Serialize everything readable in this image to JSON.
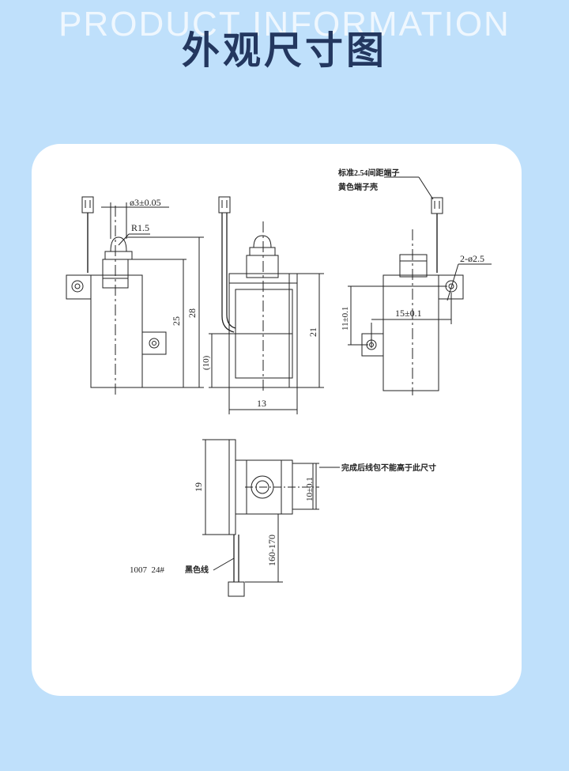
{
  "header": {
    "bg_title": "PRODUCT INFORMATION",
    "title": "外观尺寸图"
  },
  "drawing": {
    "colors": {
      "background": "#bfe0fb",
      "card": "#ffffff",
      "title": "#23375f",
      "line": "#222222"
    },
    "front_view": {
      "dim_shaft": "ø3±0.05",
      "dim_radius": "R1.5",
      "dim_25": "25",
      "dim_28": "28"
    },
    "side_view": {
      "dim_10": "(10)",
      "dim_21": "21",
      "dim_13": "13"
    },
    "right_view": {
      "note_terminal_line1": "标准2.54间距端子",
      "note_terminal_line2": "黄色端子壳",
      "dim_holes": "2-ø2.5",
      "dim_11": "11±0.1",
      "dim_15": "15±0.1"
    },
    "bottom_view": {
      "dim_19": "19",
      "dim_10": "10±0.1",
      "dim_wire": "160-170",
      "note_coil": "完成后线包不能高于此尺寸",
      "wire_spec": "1007  24#",
      "wire_color": "黑色线"
    }
  }
}
